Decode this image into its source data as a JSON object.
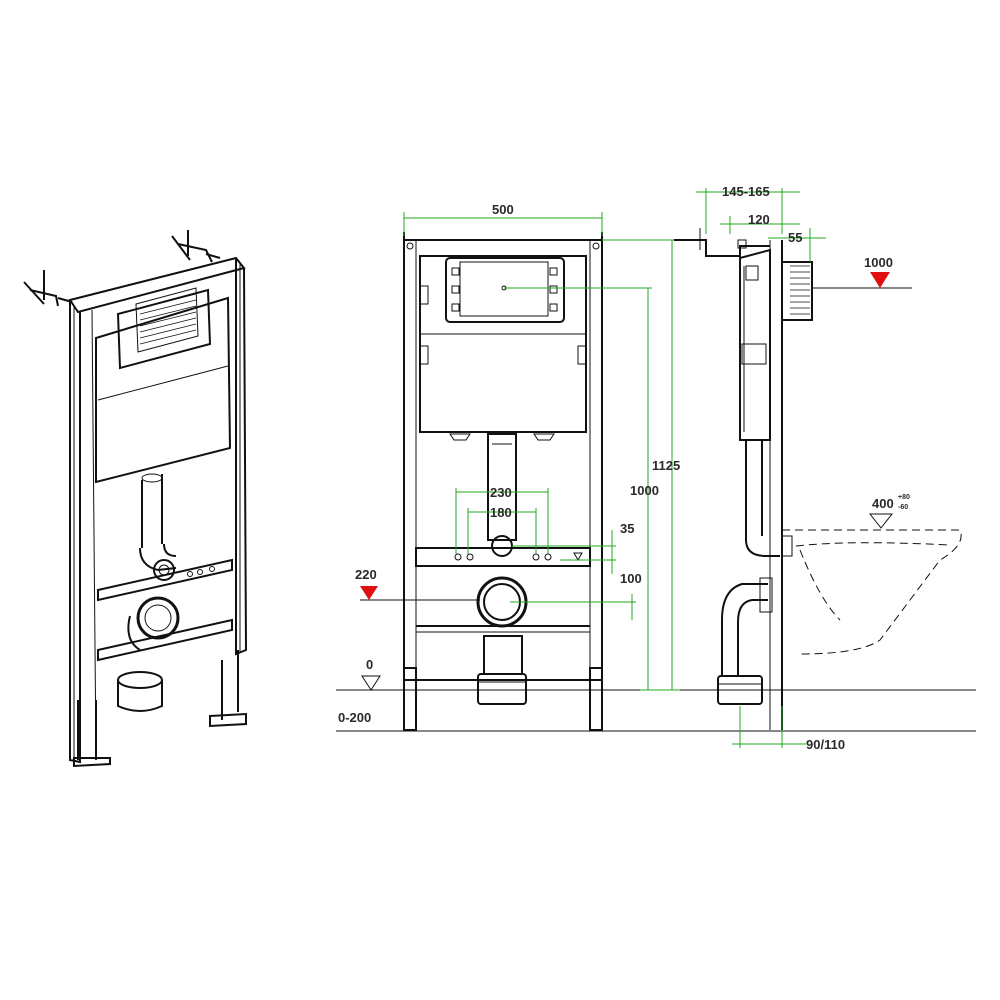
{
  "dimensions": {
    "width": "500",
    "height_total": "1125",
    "height_button": "1000",
    "bolt_spacing_outer": "230",
    "bolt_spacing_inner": "180",
    "bolt_offset": "35",
    "bolt_to_drain": "100",
    "depth_range": "145-165",
    "depth_120": "120",
    "depth_55": "55",
    "foot_offset": "90/110",
    "seat_height": "400",
    "seat_tol_plus": "+80",
    "seat_tol_minus": "-60"
  },
  "levels": {
    "button": "1000",
    "drain": "220",
    "floor": "0",
    "floor_range": "0-200"
  },
  "colors": {
    "dimension_line": "#22a822",
    "level_marker": "#e01010",
    "outline": "#111111"
  }
}
